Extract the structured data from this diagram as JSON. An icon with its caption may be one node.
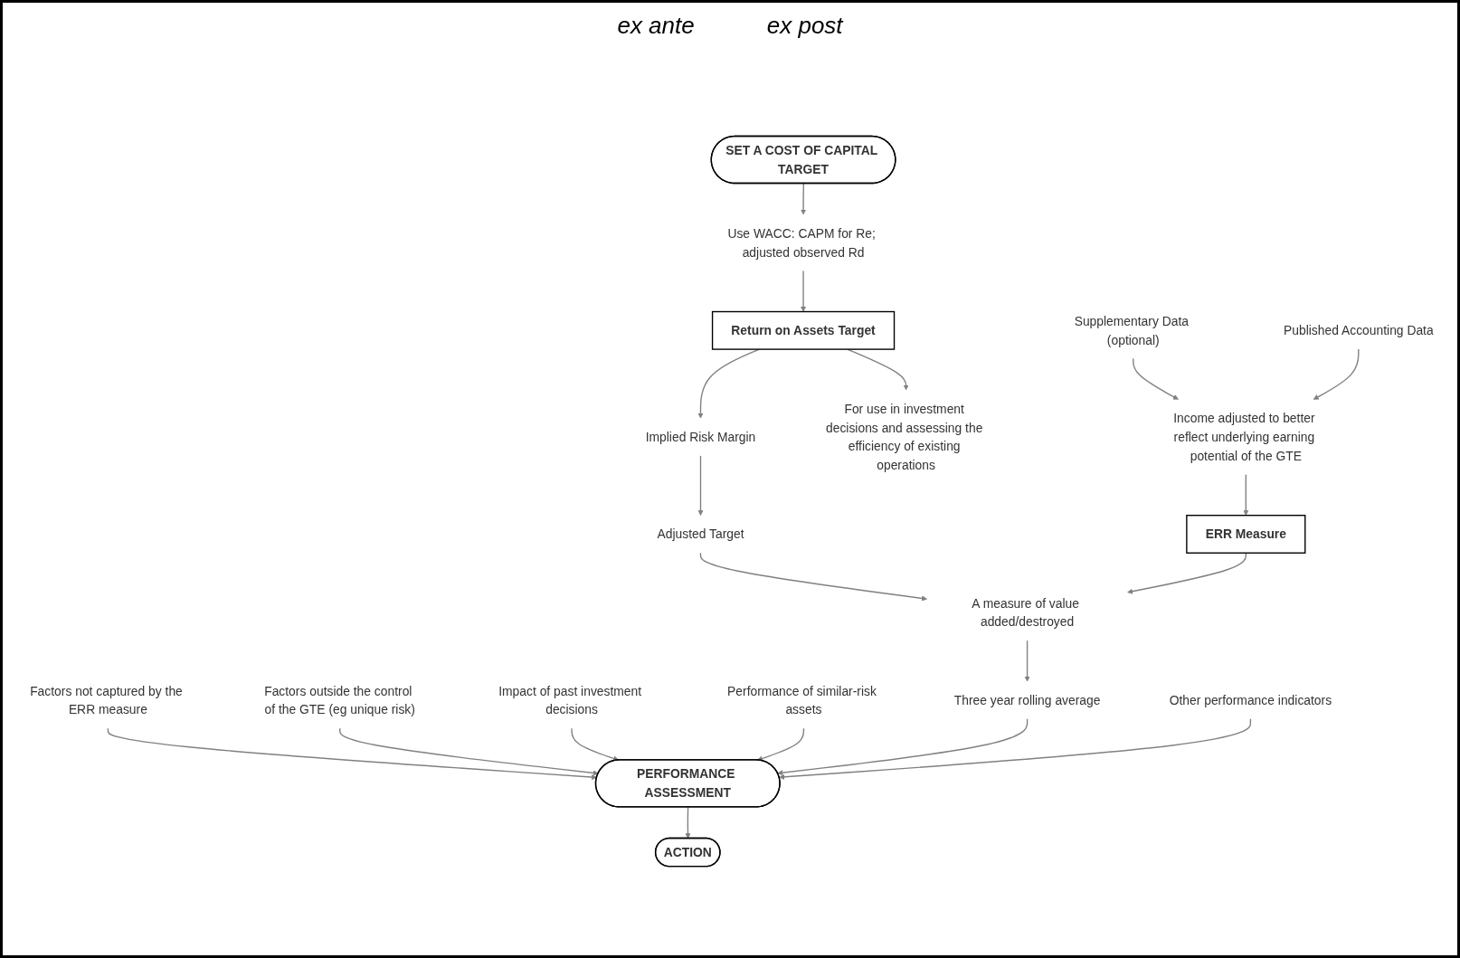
{
  "diagram": {
    "nodes": [
      {
        "text": [
          "SET A COST OF CAPITAL TARGET"
        ]
      },
      {
        "text": [
          "Use WACC: CAPM for Re; adjusted observed Rd"
        ]
      },
      {
        "text": [
          "Return on Assets Target"
        ]
      },
      {
        "text": [
          "Implied Risk Margin"
        ]
      },
      {
        "text": [
          "For use in investment decisions and assessing the efficiency of existing operations"
        ]
      },
      {
        "text": [
          "Factors not captured by the ERR measure"
        ]
      },
      {
        "text": [
          "Factors outside the control of the GTE (eg unique risk)"
        ]
      },
      {
        "text": [
          "Impact of past investment decisions"
        ]
      },
      {
        "text": [
          "PERFORMANCE ASSESSMENT"
        ]
      },
      {
        "text": [
          "Performance of similar-risk assets"
        ]
      },
      {
        "text": [
          "ACTION"
        ]
      },
      {
        "text": [
          "Three year rolling average"
        ]
      },
      {
        "text": [
          "Other performance indicators"
        ]
      },
      {
        "text": [
          "A measure of value added/destroyed"
        ]
      },
      {
        "text": [
          "Adjusted Target"
        ]
      },
      {
        "text": [
          "ERR Measure"
        ]
      },
      {
        "text": [
          "Income adjusted to better reflect underlying earning potential of the GTE"
        ]
      },
      {
        "text": [
          "Supplementary Data (optional)"
        ]
      },
      {
        "text": [
          "Published Accounting Data"
        ]
      }
    ],
    "edges": [
      {
        "from": 0,
        "to": 1,
        "arrow": "to"
      },
      {
        "from": 1,
        "to": 2,
        "arrow": "to"
      },
      {
        "from": 2,
        "to": 3,
        "arrow": "to"
      },
      {
        "from": 2,
        "to": 4,
        "arrow": "to"
      },
      {
        "from": 3,
        "to": 14,
        "arrow": "to"
      },
      {
        "from": 5,
        "to": 8,
        "arrow": "to"
      },
      {
        "from": 6,
        "to": 8,
        "arrow": "to"
      },
      {
        "from": 7,
        "to": 8,
        "arrow": "to"
      },
      {
        "from": 9,
        "to": 8,
        "arrow": "to"
      },
      {
        "from": 8,
        "to": 10,
        "arrow": "to"
      },
      {
        "from": 11,
        "to": 8,
        "arrow": "to"
      },
      {
        "from": 12,
        "to": 8,
        "arrow": "to"
      },
      {
        "from": 13,
        "to": 11,
        "arrow": "to"
      },
      {
        "from": 14,
        "to": 13,
        "arrow": "to"
      },
      {
        "from": 15,
        "to": 13,
        "arrow": "to"
      },
      {
        "from": 16,
        "to": 15,
        "arrow": "to"
      },
      {
        "from": 17,
        "to": 16,
        "arrow": "to"
      },
      {
        "from": 18,
        "to": 16,
        "arrow": "to"
      }
    ],
    "labels": [
      "ex ante",
      "ex post"
    ]
  }
}
